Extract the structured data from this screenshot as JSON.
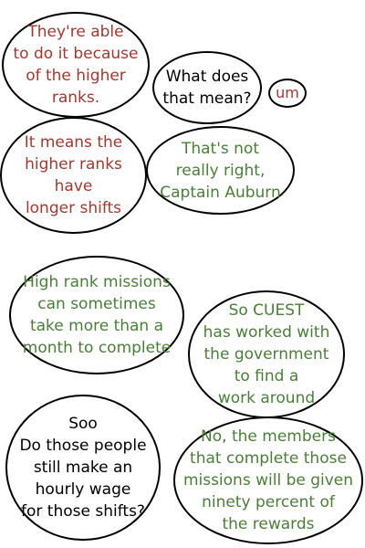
{
  "colors": {
    "red_text": "#9b3a32",
    "green_text": "#4b7d3a",
    "black_text": "#000000",
    "outline": "#000000",
    "background": "#ffffff"
  },
  "bubbles": [
    {
      "text": "They're able\nto do it because\nof the higher\nranks.",
      "color": "red"
    },
    {
      "text": "What does\nthat mean?",
      "color": "black"
    },
    {
      "text": "um",
      "color": "red"
    },
    {
      "text": "It means the\nhigher ranks\nhave\nlonger shifts",
      "color": "red"
    },
    {
      "text": "That's not\nreally right,\nCaptain Auburn",
      "color": "green"
    },
    {
      "text": "High rank missions\ncan sometimes\ntake more than a\nmonth to complete",
      "color": "green"
    },
    {
      "text": "So CUEST\nhas worked with\nthe government\nto find a\nwork around",
      "color": "green"
    },
    {
      "text": "Soo\nDo those people\nstill make an\nhourly wage\nfor those shifts?",
      "color": "black"
    },
    {
      "text": "No, the members\nthat complete those\nmissions will be given\nninety percent of\nthe rewards",
      "color": "green"
    }
  ]
}
